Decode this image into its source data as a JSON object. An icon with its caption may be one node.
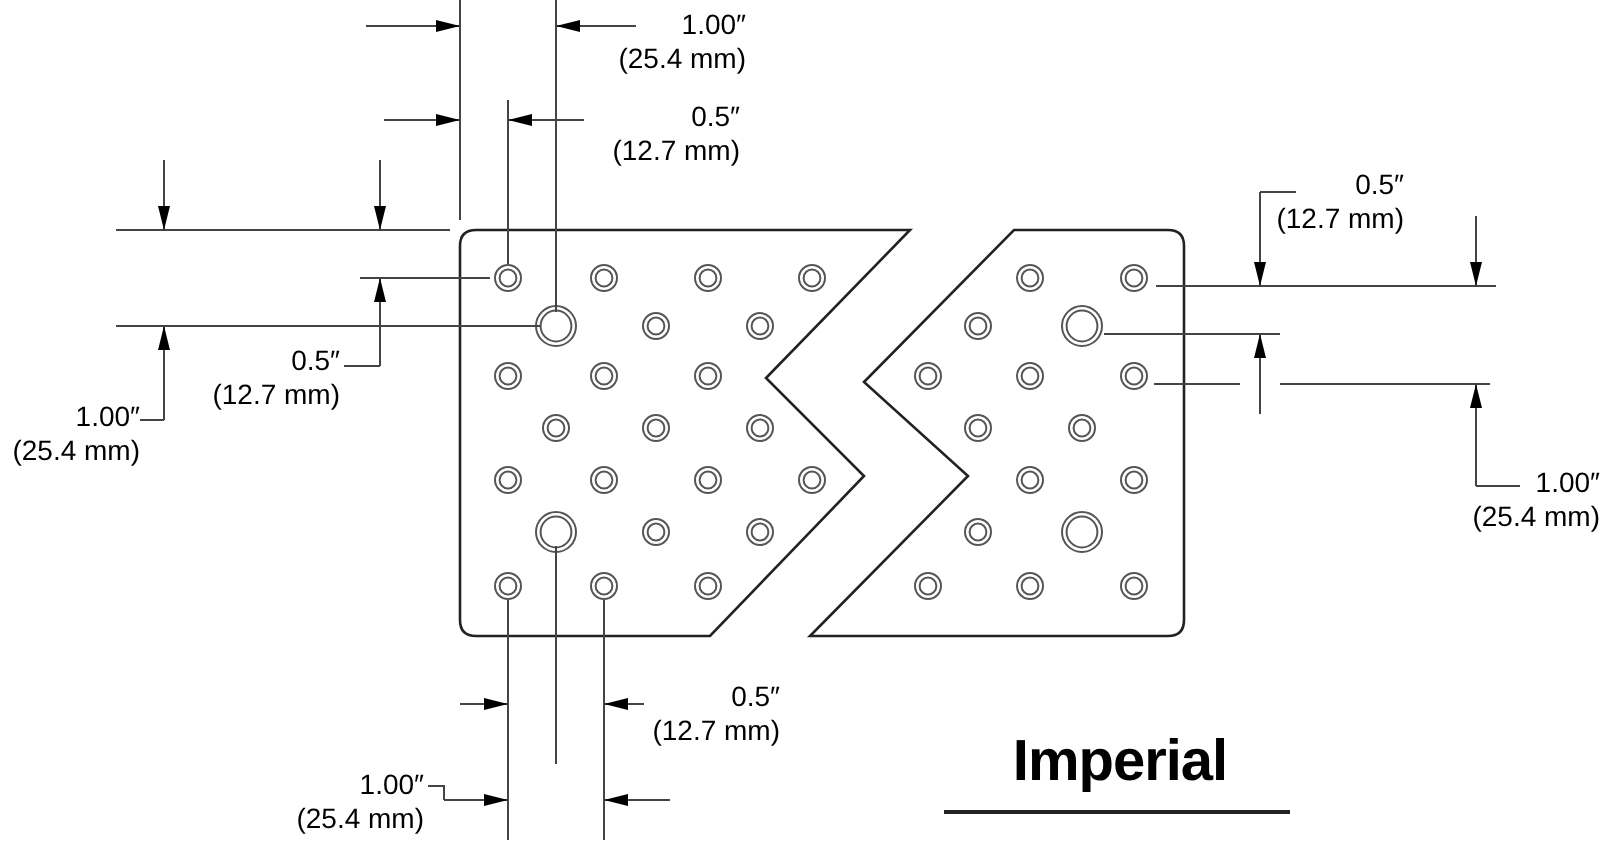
{
  "diagram": {
    "title": "Imperial",
    "labels": [
      "1.00″ (25.4 mm)",
      "0.5″ (12.7 mm)",
      "0.5″ (12.7 mm)",
      "0.5″ (12.7 mm)",
      "1.00″ (25.4 mm)",
      "1.00″ (25.4 mm)",
      "0.5″ (12.7 mm)",
      "1.00″ (25.4 mm)"
    ]
  }
}
